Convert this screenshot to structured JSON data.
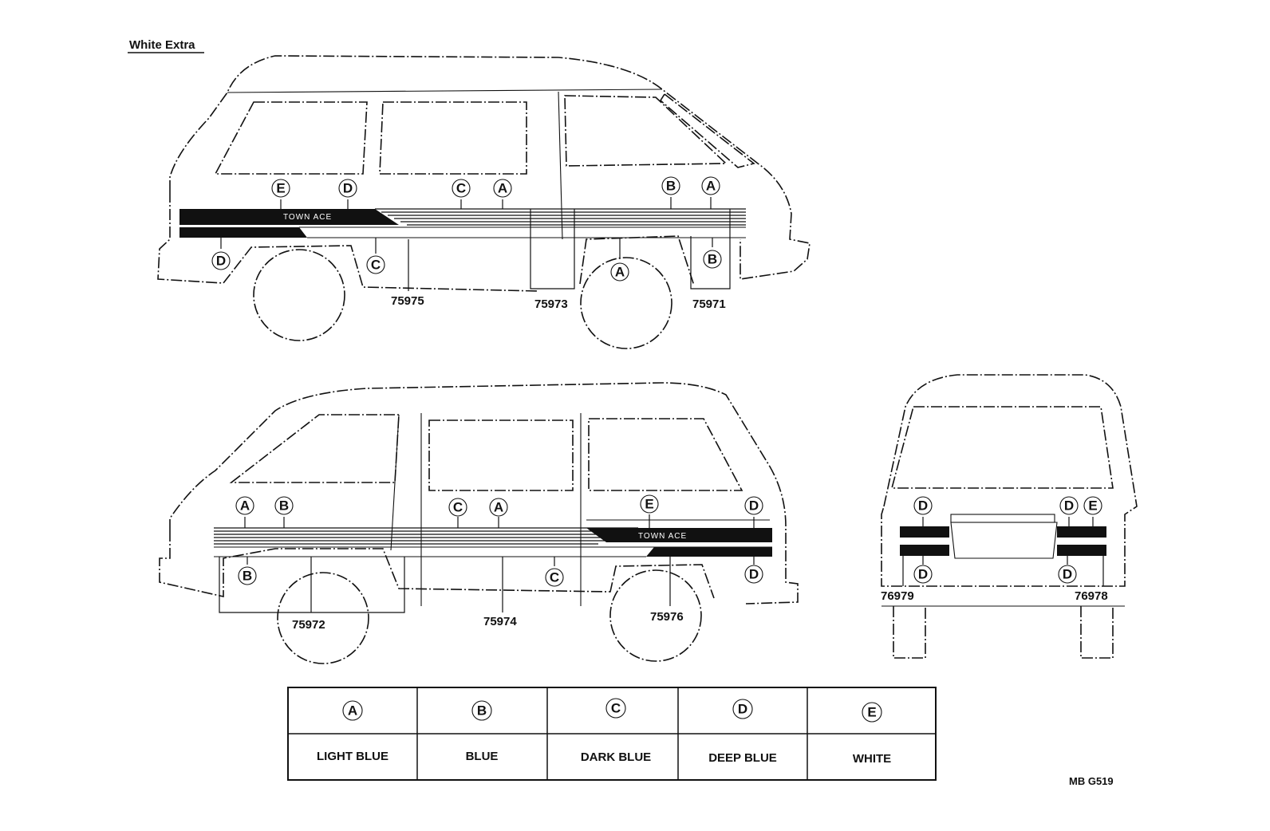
{
  "title": "White Extra",
  "drawing_code": "MB G519",
  "brand_stripe_text": "TOWN ACE",
  "part_numbers": {
    "p75975": "75975",
    "p75973": "75973",
    "p75971": "75971",
    "p75972": "75972",
    "p75974": "75974",
    "p75976": "75976",
    "p76979": "76979",
    "p76978": "76978"
  },
  "markers": {
    "A": "A",
    "B": "B",
    "C": "C",
    "D": "D",
    "E": "E"
  },
  "legend": [
    {
      "code": "A",
      "color": "LIGHT BLUE"
    },
    {
      "code": "B",
      "color": "BLUE"
    },
    {
      "code": "C",
      "color": "DARK BLUE"
    },
    {
      "code": "D",
      "color": "DEEP BLUE"
    },
    {
      "code": "E",
      "color": "WHITE"
    }
  ]
}
